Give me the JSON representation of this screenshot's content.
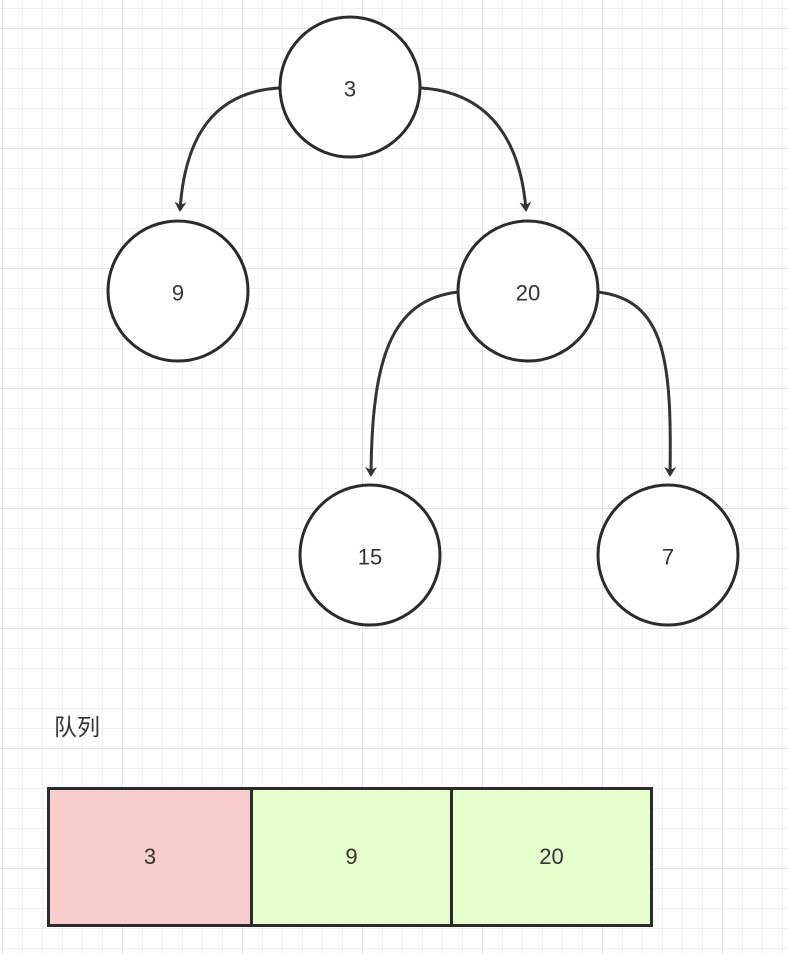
{
  "tree": {
    "nodes": [
      {
        "id": "n3",
        "label": "3"
      },
      {
        "id": "n9",
        "label": "9"
      },
      {
        "id": "n20",
        "label": "20"
      },
      {
        "id": "n15",
        "label": "15"
      },
      {
        "id": "n7",
        "label": "7"
      }
    ],
    "edges": [
      {
        "from": "n3",
        "to": "n9"
      },
      {
        "from": "n3",
        "to": "n20"
      },
      {
        "from": "n20",
        "to": "n15"
      },
      {
        "from": "n20",
        "to": "n7"
      }
    ]
  },
  "queue": {
    "title": "队列",
    "cells": [
      {
        "value": "3",
        "color": "#f8cecc"
      },
      {
        "value": "9",
        "color": "#e6ffcc"
      },
      {
        "value": "20",
        "color": "#e6ffcc"
      }
    ]
  },
  "colors": {
    "stroke": "#2b2b2b",
    "text": "#333333",
    "grid": "#e2e2e2"
  }
}
